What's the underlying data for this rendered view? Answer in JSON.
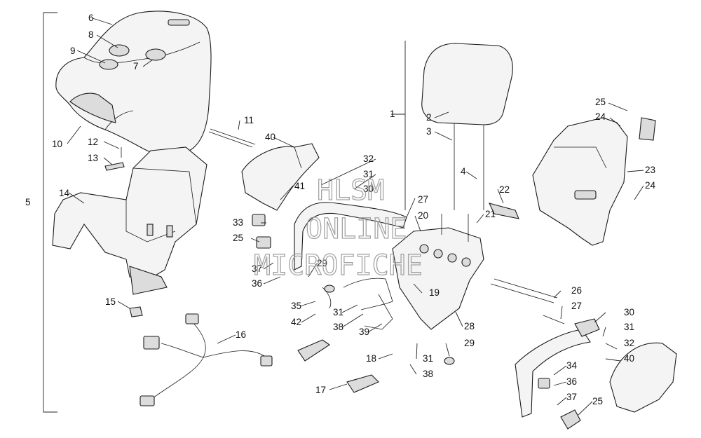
{
  "watermark": {
    "line1": "HLSM",
    "line2": "ONLINE",
    "line3": "MICROFICHE"
  },
  "callouts": {
    "c1": "1",
    "c2": "2",
    "c3": "3",
    "c4": "4",
    "c5": "5",
    "c6": "6",
    "c7": "7",
    "c8": "8",
    "c9": "9",
    "c10": "10",
    "c11": "11",
    "c12": "12",
    "c13": "13",
    "c14": "14",
    "c15": "15",
    "c16": "16",
    "c17": "17",
    "c18a": "18",
    "c19": "19",
    "c20": "20",
    "c21": "21",
    "c22": "22",
    "c23": "23",
    "c24a": "24",
    "c24b": "24",
    "c25a": "25",
    "c25b": "25",
    "c25c": "25",
    "c26": "26",
    "c27a": "27",
    "c27b": "27",
    "c28": "28",
    "c29a": "29",
    "c29b": "29",
    "c30a": "30",
    "c30b": "30",
    "c31a": "31",
    "c31b": "31",
    "c31c": "31",
    "c31d": "31",
    "c32a": "32",
    "c32b": "32",
    "c33": "33",
    "c34": "34",
    "c35": "35",
    "c36a": "36",
    "c36b": "36",
    "c37a": "37",
    "c37b": "37",
    "c38a": "38",
    "c38b": "38",
    "c39": "39",
    "c40a": "40",
    "c40b": "40",
    "c41": "41",
    "c42": "42"
  }
}
